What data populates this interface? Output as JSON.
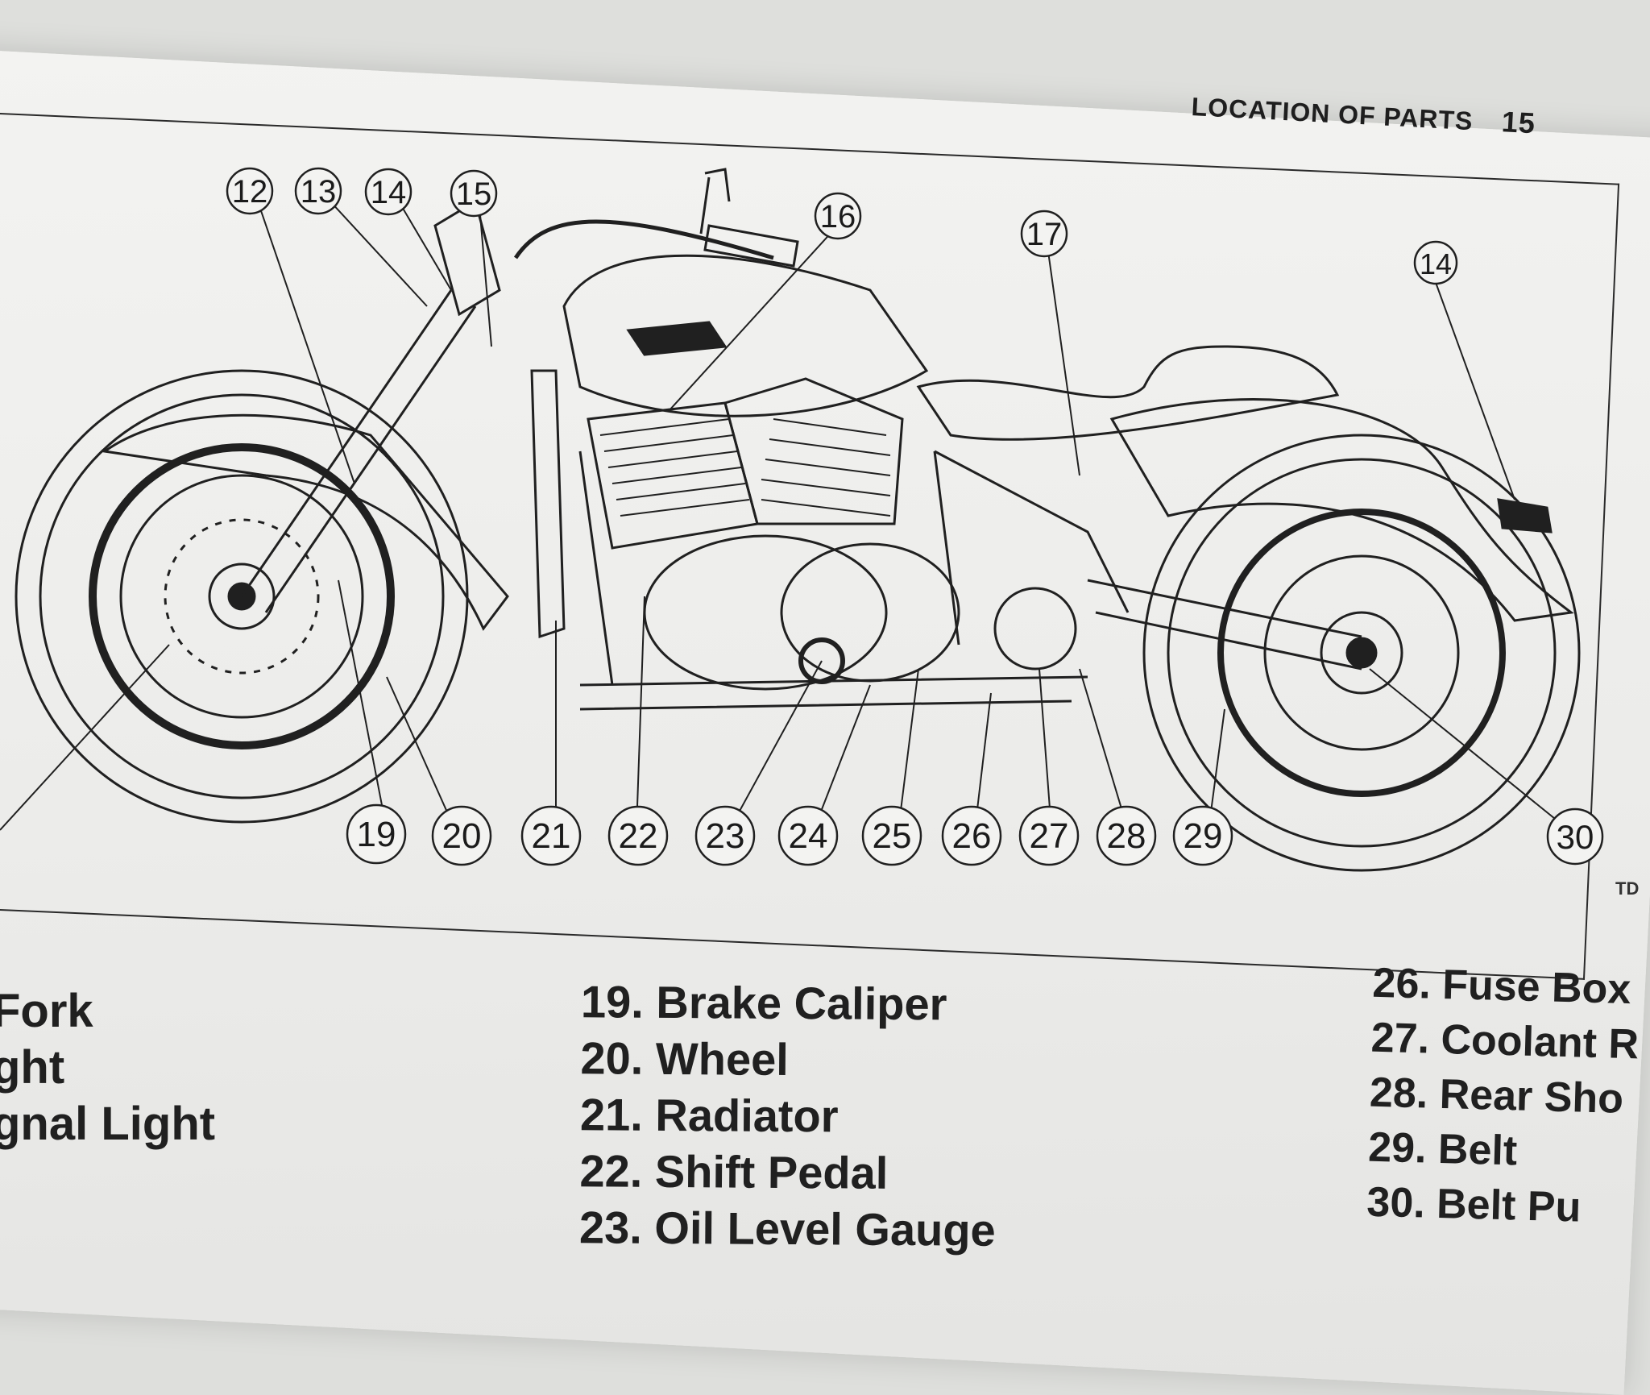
{
  "header": {
    "title": "LOCATION OF PARTS",
    "page_number": "15"
  },
  "callouts_top": [
    "12",
    "13",
    "14",
    "15",
    "16",
    "17",
    "14"
  ],
  "callouts_bottom": [
    "19",
    "20",
    "21",
    "22",
    "23",
    "24",
    "25",
    "26",
    "27",
    "28",
    "29",
    "30"
  ],
  "legend": {
    "col1": [
      "Fork",
      "ght",
      "gnal Light"
    ],
    "col2": [
      "19. Brake Caliper",
      "20. Wheel",
      "21. Radiator",
      "22. Shift Pedal",
      "23. Oil Level Gauge"
    ],
    "col3": [
      "26. Fuse Box",
      "27. Coolant R",
      "28. Rear Sho",
      "29. Belt",
      "30. Belt Pu"
    ]
  },
  "figure_code": "TD"
}
